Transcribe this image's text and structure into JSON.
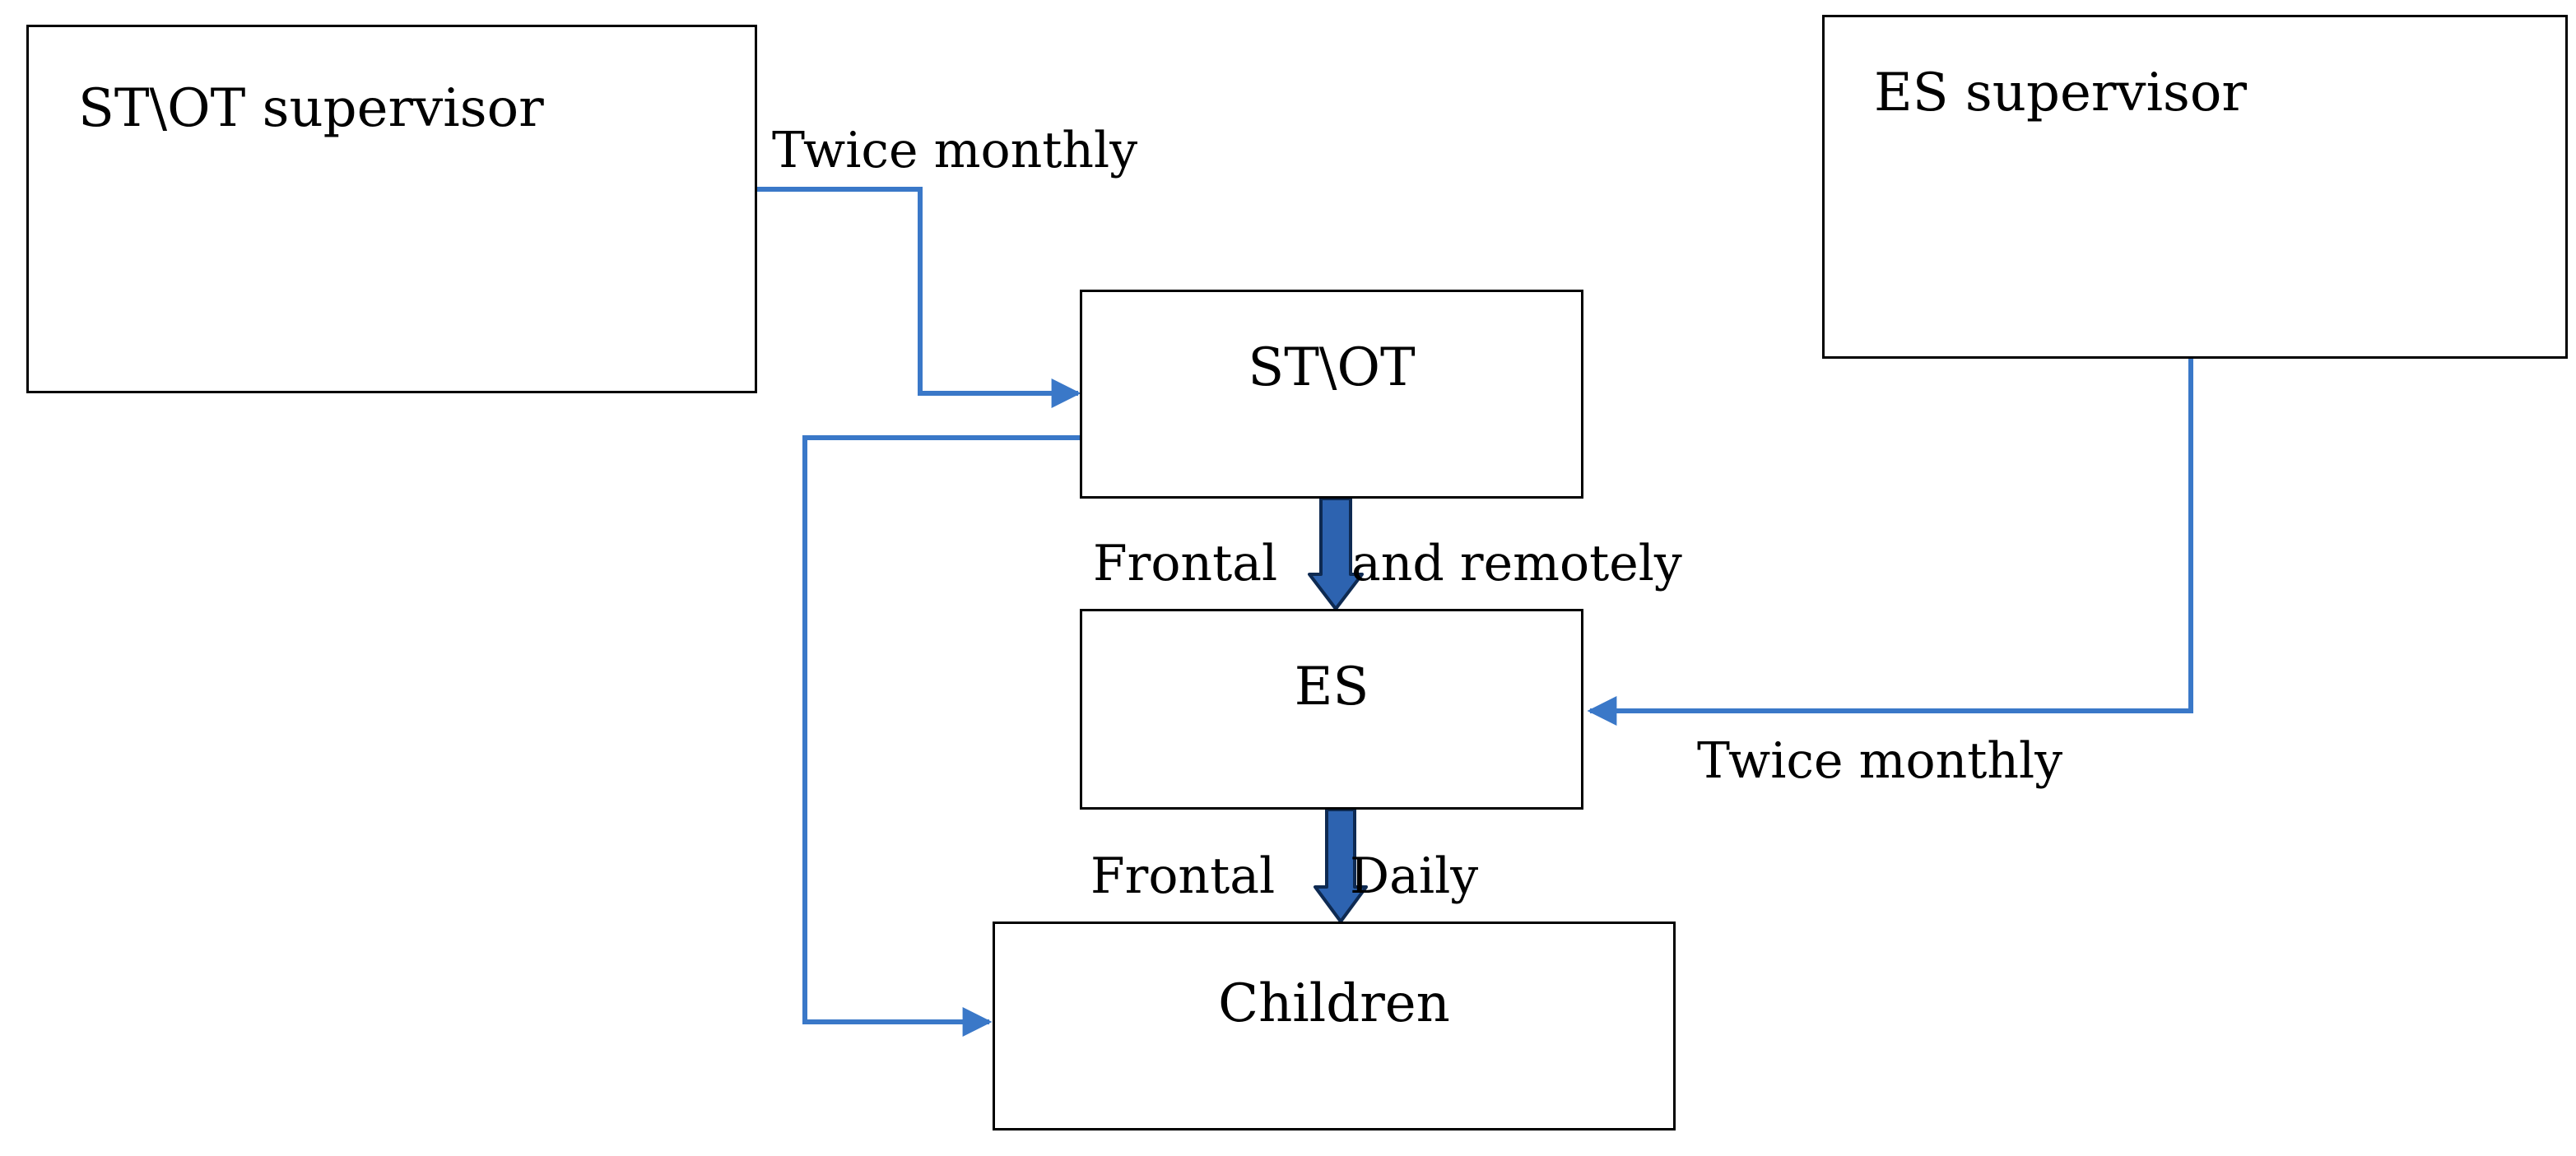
{
  "diagram": {
    "nodes": {
      "st_ot_supervisor": {
        "label": "ST\\OT supervisor"
      },
      "es_supervisor": {
        "label": "ES supervisor"
      },
      "st_ot": {
        "label": "ST\\OT"
      },
      "es": {
        "label": "ES"
      },
      "children": {
        "label": "Children"
      }
    },
    "edges": {
      "st_ot_supervisor_to_st_ot": {
        "label": "Twice monthly"
      },
      "es_supervisor_to_es": {
        "label": "Twice monthly"
      },
      "st_ot_to_es": {
        "label_left": "Frontal",
        "label_right": "and remotely"
      },
      "es_to_children": {
        "label_left": "Frontal",
        "label_right": "Daily"
      },
      "st_ot_to_children": {}
    },
    "colors": {
      "thin_connector": "#3a78c8",
      "thick_arrow_fill": "#2d63b0",
      "thick_arrow_edge": "#0e2a52",
      "box_border": "#000000"
    }
  }
}
